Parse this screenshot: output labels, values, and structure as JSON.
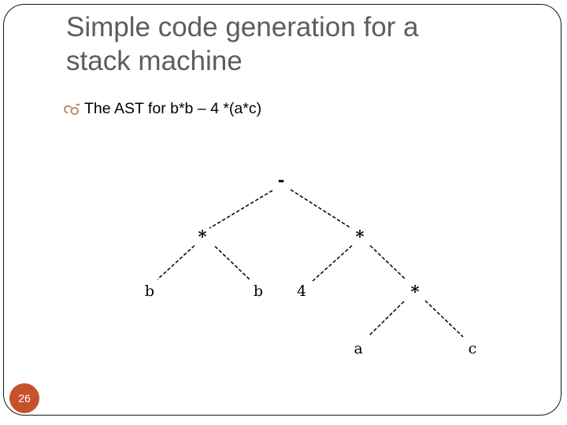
{
  "slide": {
    "title": {
      "line1": "Simple code generation for a",
      "line2": "stack machine"
    },
    "bullet": {
      "icon": "double-loop-bullet-icon",
      "text": "The AST for b*b – 4 *(a*c)"
    },
    "page_number": "26"
  },
  "colors": {
    "title_text": "#5D5D5D",
    "body_text": "#000000",
    "bullet_icon": "#AC7C58",
    "badge_background": "#C8502C",
    "badge_text": "#FFFFFF",
    "slide_border": "#161616",
    "tree_ink": "#000000"
  },
  "ast_tree": {
    "nodes": [
      {
        "id": "minus-root",
        "label": "-"
      },
      {
        "id": "mul-left",
        "label": "*"
      },
      {
        "id": "mul-right",
        "label": "*"
      },
      {
        "id": "leaf-b-left",
        "label": "b"
      },
      {
        "id": "leaf-b-right",
        "label": "b"
      },
      {
        "id": "leaf-4",
        "label": "4"
      },
      {
        "id": "mul-bottom",
        "label": "*"
      },
      {
        "id": "leaf-a",
        "label": "a"
      },
      {
        "id": "leaf-c",
        "label": "c"
      }
    ],
    "edges": [
      {
        "from": "minus-root",
        "to": "mul-left"
      },
      {
        "from": "minus-root",
        "to": "mul-right"
      },
      {
        "from": "mul-left",
        "to": "leaf-b-left"
      },
      {
        "from": "mul-left",
        "to": "leaf-b-right"
      },
      {
        "from": "mul-right",
        "to": "leaf-4"
      },
      {
        "from": "mul-right",
        "to": "mul-bottom"
      },
      {
        "from": "mul-bottom",
        "to": "leaf-a"
      },
      {
        "from": "mul-bottom",
        "to": "leaf-c"
      }
    ]
  }
}
